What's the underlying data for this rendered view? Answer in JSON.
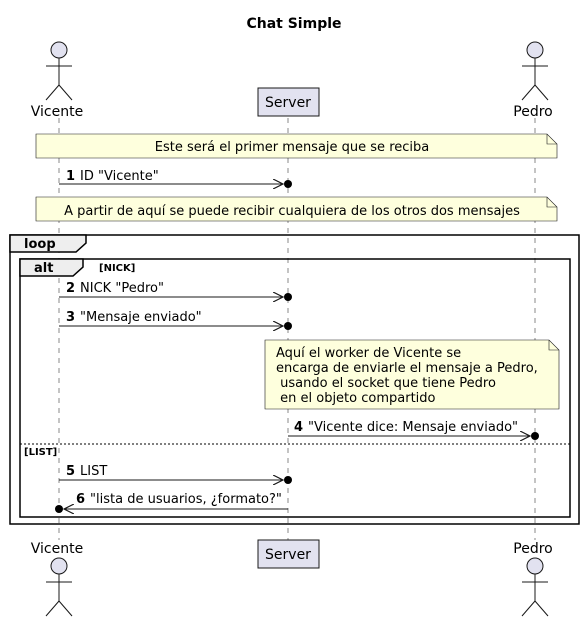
{
  "title": "Chat Simple",
  "participants": {
    "vicente": "Vicente",
    "server": "Server",
    "pedro": "Pedro"
  },
  "notes": {
    "first": "Este será el primer mensaje que se reciba",
    "second": "A partir de aquí se puede recibir cualquiera de los otros dos mensajes",
    "worker": [
      "Aquí el worker de Vicente se",
      "encarga de enviarle el mensaje a Pedro,",
      " usando el socket que tiene Pedro",
      " en el objeto compartido"
    ]
  },
  "fragments": {
    "loop": "loop",
    "alt": "alt",
    "alt_guard": "[NICK]",
    "else_guard": "[LIST]"
  },
  "messages": [
    {
      "num": "1",
      "text": "ID \"Vicente\""
    },
    {
      "num": "2",
      "text": "NICK \"Pedro\""
    },
    {
      "num": "3",
      "text": "\"Mensaje enviado\""
    },
    {
      "num": "4",
      "text": "\"Vicente dice: Mensaje enviado\""
    },
    {
      "num": "5",
      "text": "LIST"
    },
    {
      "num": "6",
      "text": "\"lista de usuarios, ¿formato?\""
    }
  ]
}
